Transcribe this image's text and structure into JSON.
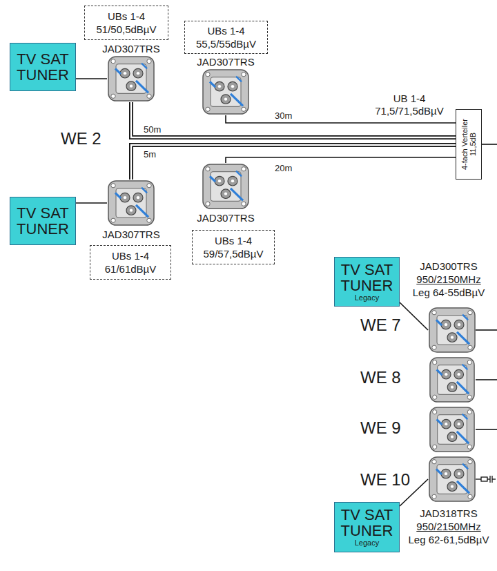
{
  "diagram": {
    "nodes": [
      {
        "text": [
          "UBs 1-4",
          "51/50,5dBµV"
        ]
      },
      {
        "text": [
          "JAD307TRS"
        ]
      },
      {
        "text": [
          "TV SAT TUNER"
        ]
      },
      {
        "text": [
          "UBs 1-4",
          "55,5/55dBµV"
        ]
      },
      {
        "text": [
          "JAD307TRS"
        ]
      },
      {
        "text": [
          "4-fach Verteiler 11,5dB"
        ]
      },
      {
        "text": [
          "TV SAT TUNER"
        ]
      },
      {
        "text": [
          "JAD307TRS"
        ]
      },
      {
        "text": [
          "JAD307TRS"
        ]
      },
      {
        "text": [
          "UBs 1-4",
          "59/57,5dBµV"
        ]
      },
      {
        "text": [
          "UBs 1-4",
          "61/61dBµV"
        ]
      },
      {
        "text": [
          "TV SAT TUNER",
          "Legacy"
        ]
      },
      {
        "text": [
          "JAD300TRS",
          "950/2150MHz",
          "Leg 64-55dBµV"
        ]
      },
      {
        "text": [
          "JAD318TRS",
          "950/2150MHz",
          "Leg 62-61,5dBµV"
        ]
      },
      {
        "text": [
          "TV SAT TUNER",
          "Legacy"
        ]
      }
    ],
    "edges": [
      {
        "from": 2,
        "to": 1,
        "arrow": "none"
      },
      {
        "from": 6,
        "to": 8,
        "arrow": "none"
      },
      {
        "from": 1,
        "to": 5,
        "arrow": "none",
        "label": "50m"
      },
      {
        "from": 4,
        "to": 5,
        "arrow": "none",
        "label": "30m"
      },
      {
        "from": 8,
        "to": 5,
        "arrow": "none",
        "label": "5m"
      },
      {
        "from": 7,
        "to": 5,
        "arrow": "none",
        "label": "20m"
      },
      {
        "from": 11,
        "to": 12,
        "arrow": "none"
      },
      {
        "from": 14,
        "to": 13,
        "arrow": "none"
      }
    ],
    "labels": [
      "UB 1-4",
      "71,5/71,5dBµV",
      "WE 2",
      "WE 7",
      "WE 8",
      "WE 9",
      "WE 10"
    ]
  }
}
